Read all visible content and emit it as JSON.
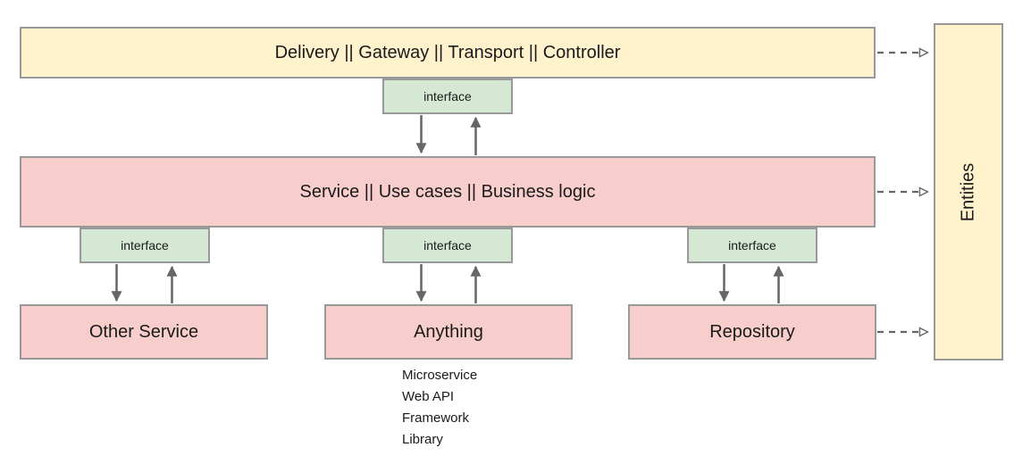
{
  "diagram": {
    "delivery_layer": "Delivery || Gateway || Transport || Controller",
    "service_layer": "Service || Use cases || Business logic",
    "entities_layer": "Entities",
    "interfaces": [
      "interface",
      "interface",
      "interface",
      "interface"
    ],
    "bottom_boxes": [
      "Other Service",
      "Anything",
      "Repository"
    ],
    "anything_examples": [
      "Microservice",
      "Web API",
      "Framework",
      "Library"
    ],
    "colors": {
      "layer_fill_yellow": "#FFF2CC",
      "component_fill_pink": "#F8CECC",
      "interface_fill_green": "#D5E8D4",
      "box_border_gray": "#999999",
      "arrow_gray": "#666666",
      "text": "#1A1A1A",
      "background": "#FFFFFF"
    }
  }
}
